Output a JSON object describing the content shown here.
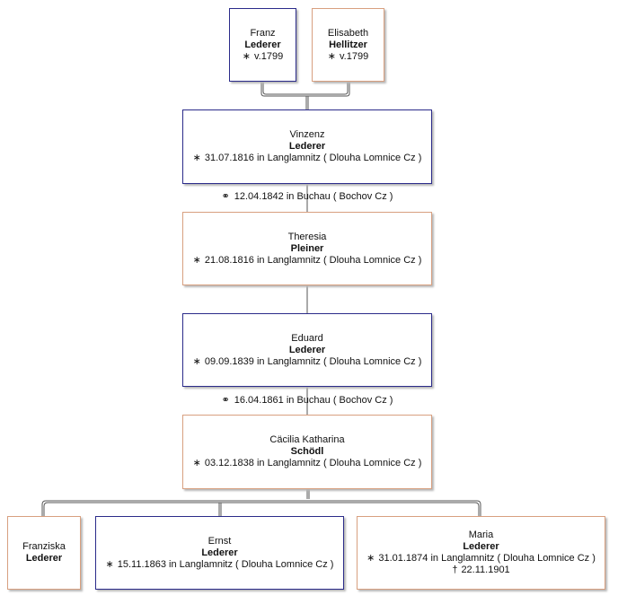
{
  "symbols": {
    "birth": "∗",
    "death": "†",
    "marriage": "⚭"
  },
  "colors": {
    "male_border": "#2b2b8a",
    "female_border": "#d8a080",
    "connector": "#555555"
  },
  "persons": {
    "franz": {
      "given": "Franz",
      "surname": "Lederer",
      "birth": "v.1799"
    },
    "elisabeth": {
      "given": "Elisabeth",
      "surname": "Hellitzer",
      "birth": "v.1799"
    },
    "vinzenz": {
      "given": "Vinzenz",
      "surname": "Lederer",
      "birth": "31.07.1816 in Langlamnitz ( Dlouha Lomnice Cz )"
    },
    "theresia": {
      "given": "Theresia",
      "surname": "Pleiner",
      "birth": "21.08.1816 in Langlamnitz ( Dlouha Lomnice Cz )"
    },
    "eduard": {
      "given": "Eduard",
      "surname": "Lederer",
      "birth": "09.09.1839 in Langlamnitz ( Dlouha Lomnice Cz )"
    },
    "caecilia": {
      "given": "Cäcilia Katharina",
      "surname": "Schödl",
      "birth": "03.12.1838 in Langlamnitz ( Dlouha Lomnice Cz )"
    },
    "franziska": {
      "given": "Franziska",
      "surname": "Lederer"
    },
    "ernst": {
      "given": "Ernst",
      "surname": "Lederer",
      "birth": "15.11.1863 in Langlamnitz ( Dlouha Lomnice Cz )"
    },
    "maria": {
      "given": "Maria",
      "surname": "Lederer",
      "birth": "31.01.1874 in Langlamnitz ( Dlouha Lomnice Cz )",
      "death": "22.11.1901"
    }
  },
  "marriages": {
    "vinzenz_theresia": "12.04.1842 in Buchau ( Bochov Cz )",
    "eduard_caecilia": "16.04.1861 in Buchau ( Bochov Cz )"
  }
}
